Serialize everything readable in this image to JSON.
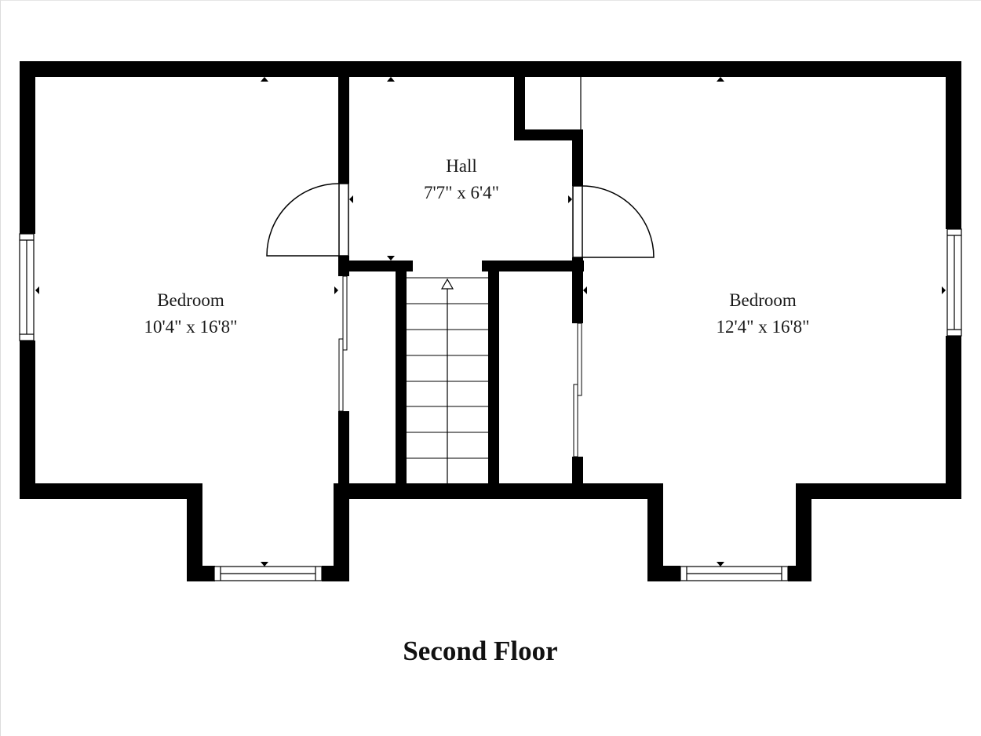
{
  "plan": {
    "title": "Second Floor",
    "wall_color": "#000000",
    "background": "#ffffff"
  },
  "rooms": [
    {
      "name": "Bedroom",
      "dimensions": "10'4\" x 16'8\""
    },
    {
      "name": "Hall",
      "dimensions": "7'7\" x 6'4\""
    },
    {
      "name": "Bedroom",
      "dimensions": "12'4\" x 16'8\""
    }
  ],
  "features": {
    "stairs": {
      "direction": "up",
      "treads": 8
    },
    "doors": [
      "left-bedroom-door",
      "right-bedroom-door"
    ],
    "closets": [
      "left-closet-sliding-doors",
      "right-closet-sliding-doors"
    ],
    "windows": [
      "west-window",
      "east-window",
      "south-bay-window-left",
      "south-bay-window-right"
    ]
  }
}
